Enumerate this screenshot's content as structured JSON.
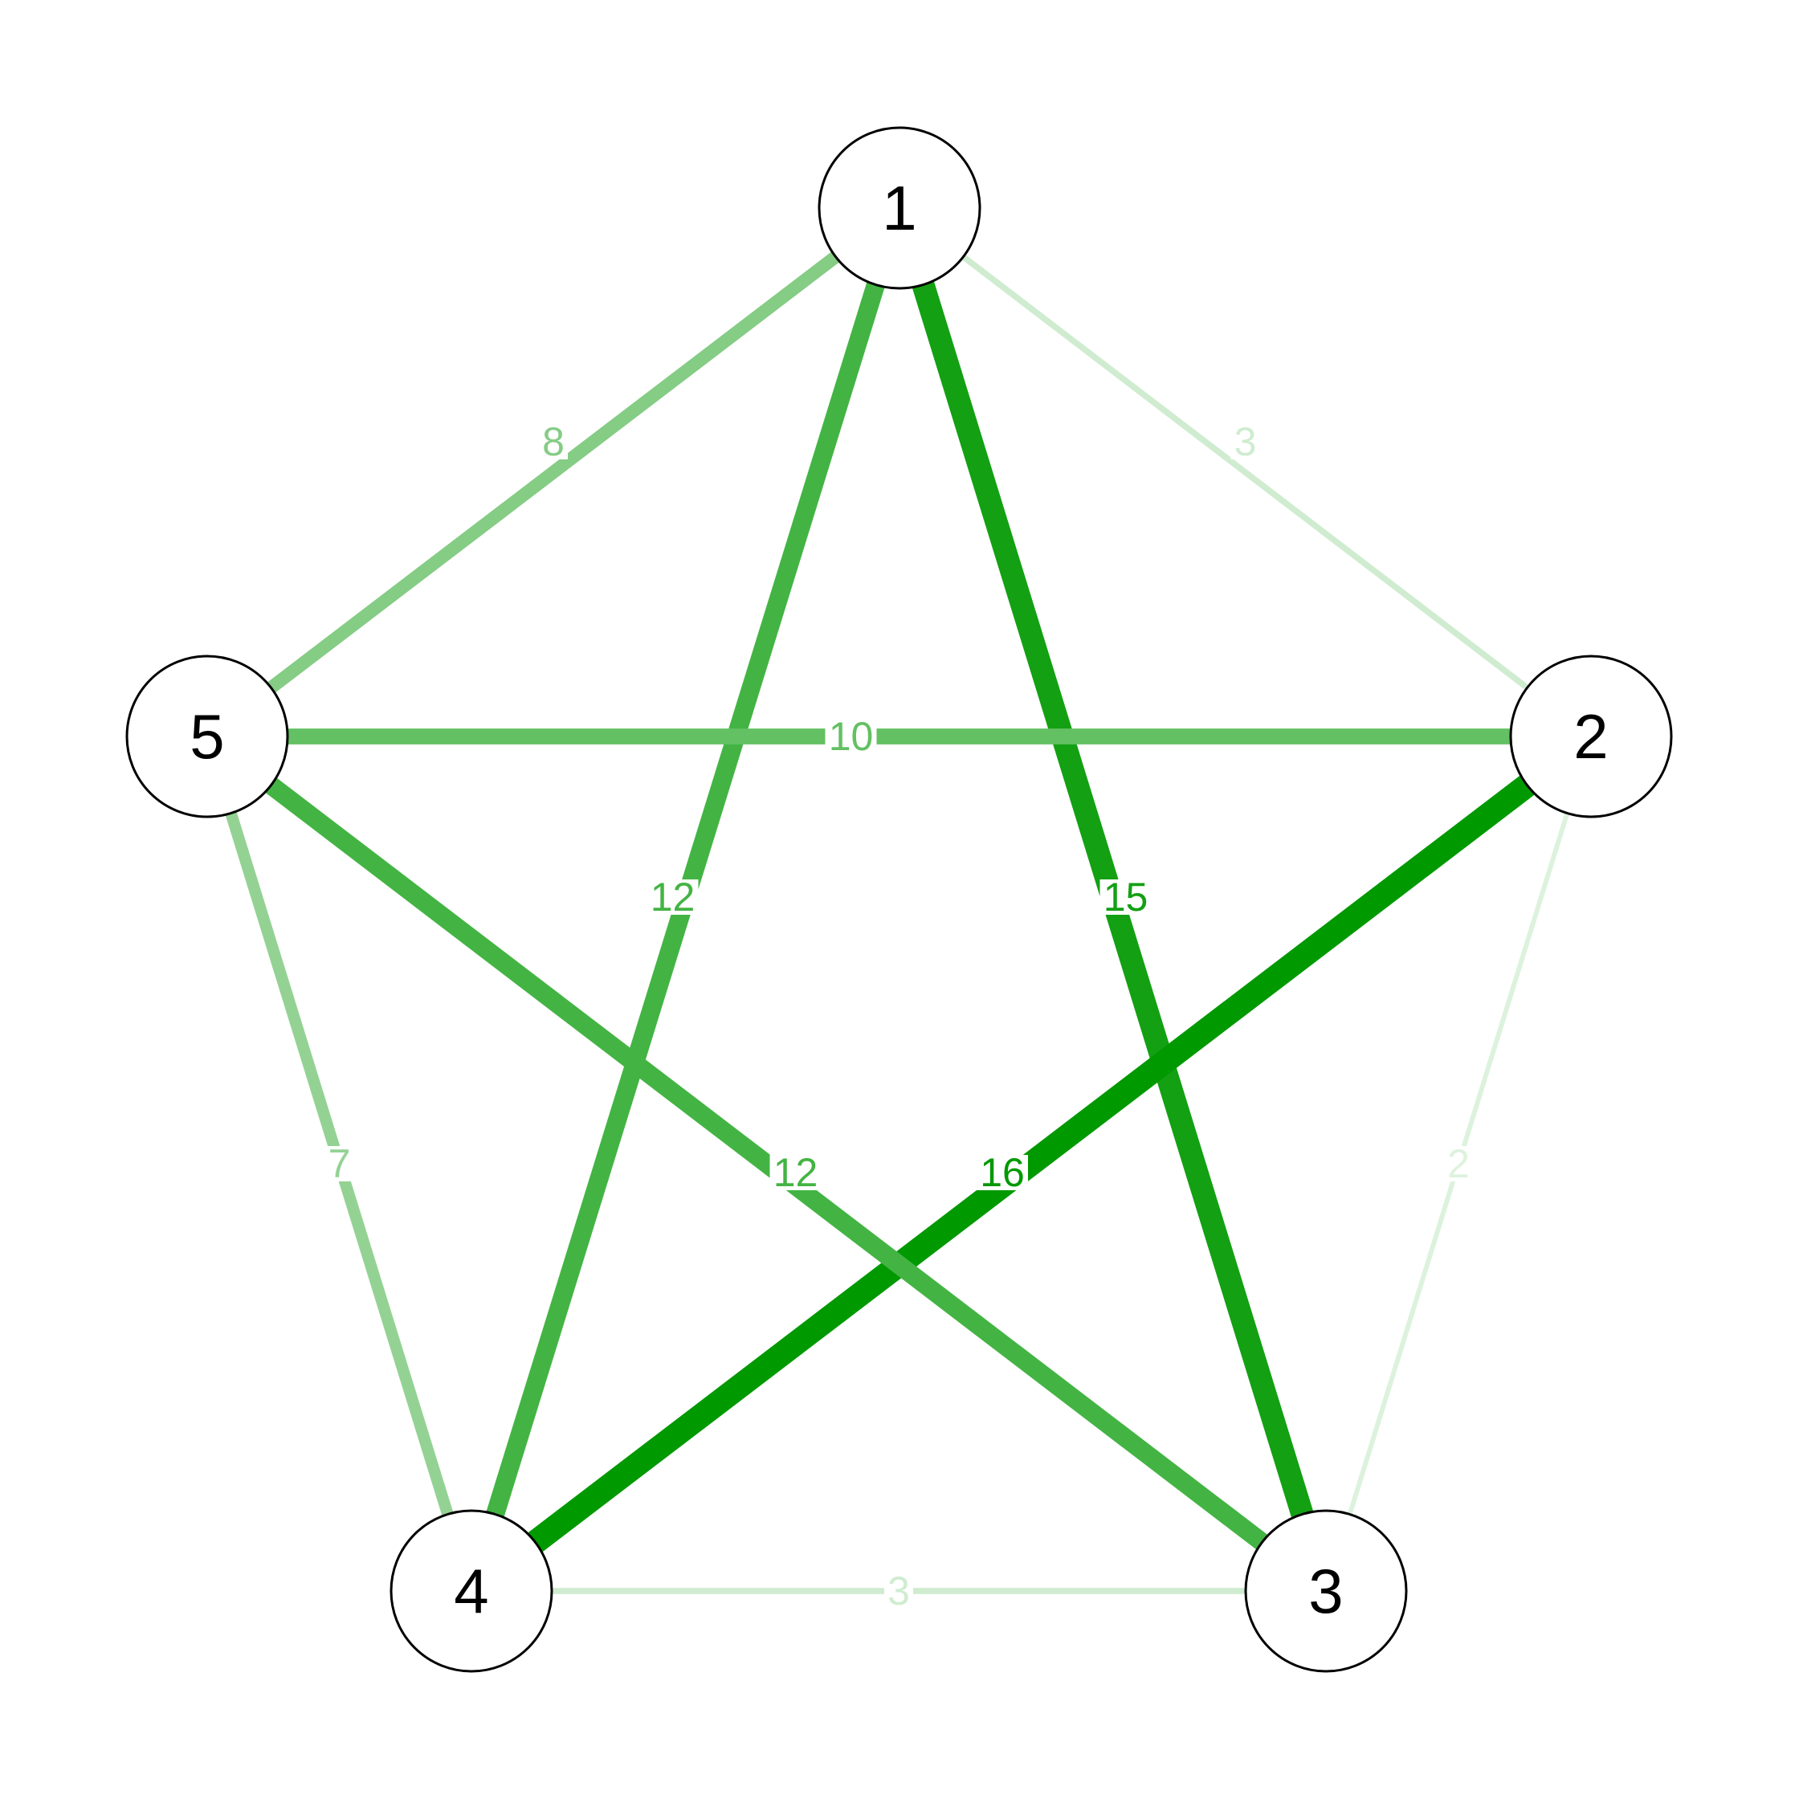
{
  "graph": {
    "nodes": [
      {
        "id": "1",
        "label": "1"
      },
      {
        "id": "2",
        "label": "2"
      },
      {
        "id": "3",
        "label": "3"
      },
      {
        "id": "4",
        "label": "4"
      },
      {
        "id": "5",
        "label": "5"
      }
    ],
    "edges": [
      {
        "source": "1",
        "target": "2",
        "weight": 3,
        "label": "3",
        "color": "#d0ecd0"
      },
      {
        "source": "1",
        "target": "3",
        "weight": 15,
        "label": "15",
        "color": "#13a013"
      },
      {
        "source": "1",
        "target": "4",
        "weight": 12,
        "label": "12",
        "color": "#43b443"
      },
      {
        "source": "1",
        "target": "5",
        "weight": 8,
        "label": "8",
        "color": "#85cc85"
      },
      {
        "source": "2",
        "target": "3",
        "weight": 2,
        "label": "2",
        "color": "#ddf2dd"
      },
      {
        "source": "2",
        "target": "4",
        "weight": 16,
        "label": "16",
        "color": "#009900"
      },
      {
        "source": "2",
        "target": "5",
        "weight": 10,
        "label": "10",
        "color": "#63c063"
      },
      {
        "source": "3",
        "target": "4",
        "weight": 3,
        "label": "3",
        "color": "#d0ecd0"
      },
      {
        "source": "3",
        "target": "5",
        "weight": 12,
        "label": "12",
        "color": "#43b443"
      },
      {
        "source": "4",
        "target": "5",
        "weight": 7,
        "label": "7",
        "color": "#94d294"
      }
    ]
  }
}
